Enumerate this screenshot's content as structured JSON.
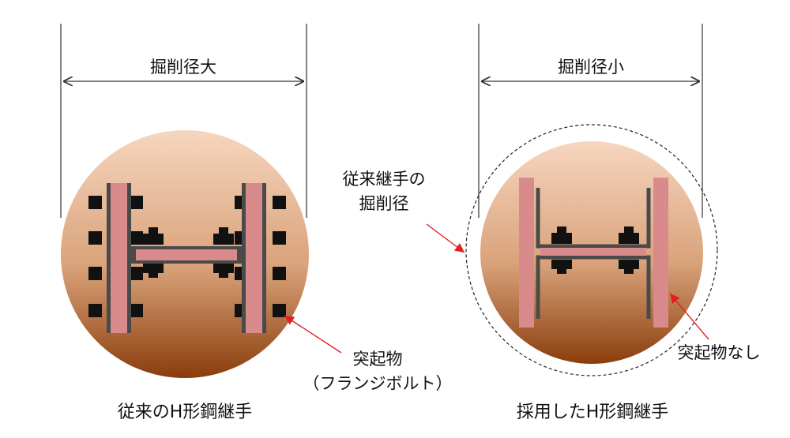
{
  "left": {
    "dimension_label": "掘削径大",
    "caption": "従来のH形鋼継手",
    "callout_line1": "突起物",
    "callout_line2": "（フランジボルト）"
  },
  "right": {
    "dimension_label": "掘削径小",
    "caption": "採用したH形鋼継手",
    "callout_outer_line1": "従来継手の",
    "callout_outer_line2": "掘削径",
    "callout_none": "突起物なし"
  },
  "colors": {
    "circle_top": "#f6d6bf",
    "circle_mid": "#d9a27a",
    "circle_bottom": "#8a3d0c",
    "flange": "#d98a8a",
    "steel_outline": "#4a4a4a",
    "bolt": "#111111",
    "arrow": "#e02020",
    "dimension_line": "#333333"
  }
}
